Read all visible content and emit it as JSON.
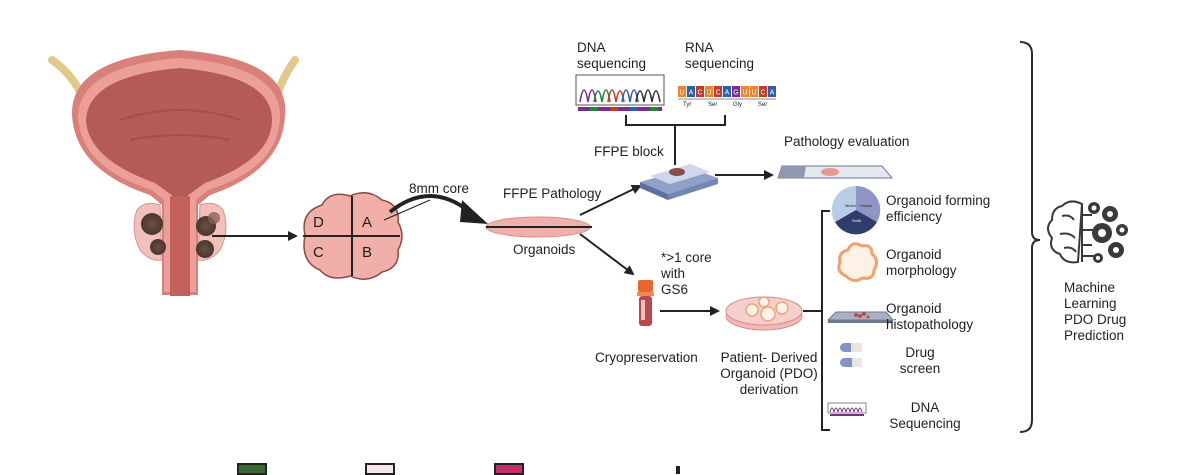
{
  "figure": {
    "anatomy": {
      "name": "Bladder and prostate with tumor foci"
    },
    "prostate_section": {
      "quadrants": [
        "D",
        "A",
        "C",
        "B"
      ]
    },
    "core_label": "8mm core",
    "core_split": {
      "top_label": "FFPE Pathology",
      "bottom_label": "Organoids"
    },
    "sequencing": {
      "dna_label_1": "DNA",
      "dna_label_2": "sequencing",
      "rna_label_1": "RNA",
      "rna_label_2": "sequencing",
      "rna_bases": [
        "U",
        "A",
        "C",
        "U",
        "C",
        "A",
        "G",
        "U",
        "U",
        "C",
        "A"
      ],
      "codons": [
        "Tyr",
        "Ser",
        "Gly",
        "Ser"
      ]
    },
    "ffpe_block_label": "FFPE block",
    "pathology_eval_label": "Pathology evaluation",
    "cryo": {
      "note_1": "*>1 core",
      "note_2": "with",
      "note_3": "GS6",
      "label": "Cryopreservation"
    },
    "pdo": {
      "line1": "Patient- Derived",
      "line2": "Organoid (PDO)",
      "line3": "derivation"
    },
    "readouts": [
      {
        "line1": "Organoid forming",
        "line2": "efficiency",
        "icon": "pie-chart-icon",
        "pie_labels": [
          "Mixed",
          "Hollow",
          "Solid"
        ]
      },
      {
        "line1": "Organoid",
        "line2": "morphology",
        "icon": "organoid-icon"
      },
      {
        "line1": "Organoid",
        "line2": "histopathology",
        "icon": "slide-icon"
      },
      {
        "line1": "Drug",
        "line2": "screen",
        "icon": "capsule-icon"
      },
      {
        "line1": "DNA",
        "line2": "Sequencing",
        "icon": "chromatogram-icon"
      }
    ],
    "ml": {
      "line1": "Machine",
      "line2": "Learning",
      "line3": "PDO Drug",
      "line4": "Prediction"
    },
    "legend_colors": [
      "#3b6b35",
      "#f5e6ea",
      "#c2306e"
    ]
  }
}
